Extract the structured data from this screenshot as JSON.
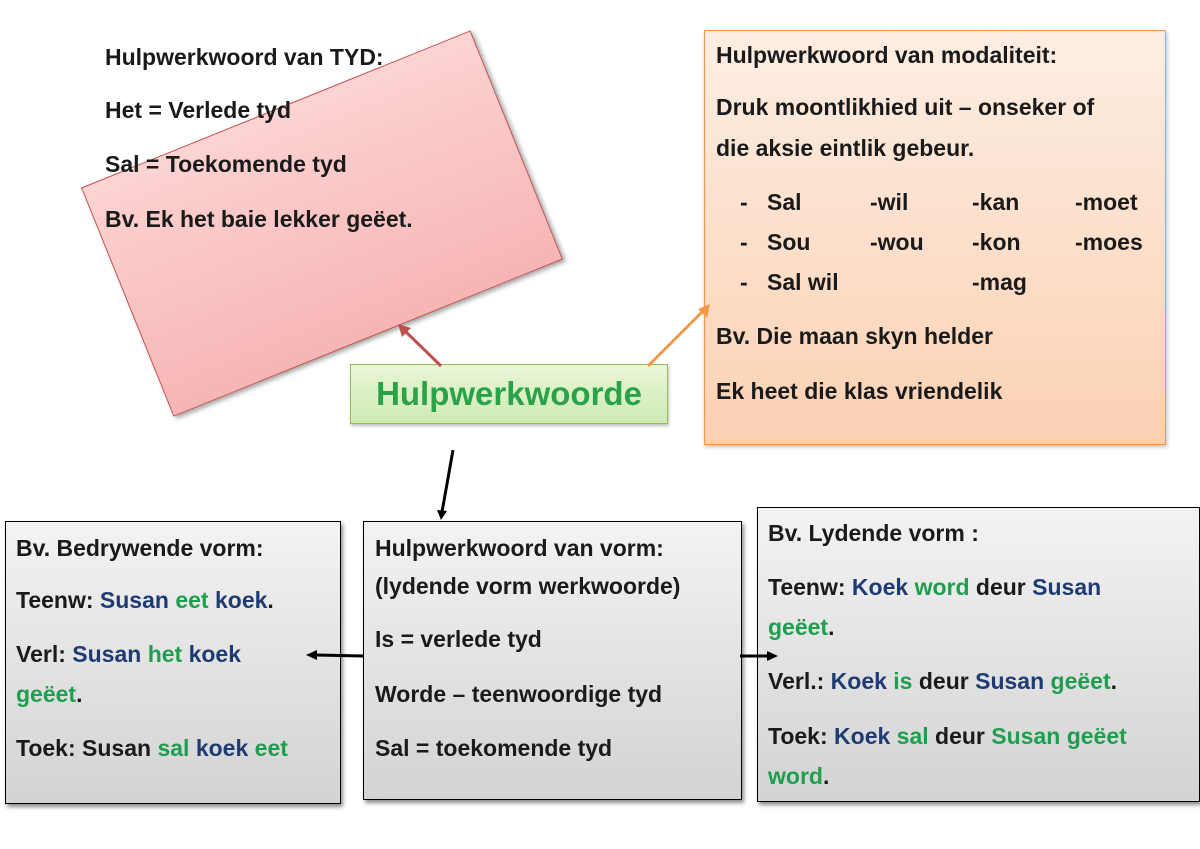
{
  "center": {
    "title": "Hulpwerkwoorde"
  },
  "tyd": {
    "heading": "Hulpwerkwoord van TYD:",
    "line1": "Het = Verlede tyd",
    "line2": "Sal = Toekomende tyd",
    "example": "Bv. Ek het baie lekker geëet."
  },
  "modaliteit": {
    "heading": "Hulpwerkwoord van modaliteit:",
    "desc1": "Druk moontlikhied uit – onseker of",
    "desc2": "die aksie eintlik gebeur.",
    "bullet": "-",
    "rows": [
      [
        "Sal",
        "-wil",
        "-kan",
        "-moet"
      ],
      [
        "Sou",
        "-wou",
        "-kon",
        "-moes"
      ],
      [
        "Sal wil",
        "",
        "-mag",
        ""
      ]
    ],
    "example_prefix": "Bv.",
    "example1": "Die maan skyn helder",
    "example2": "Ek heet die klas vriendelik"
  },
  "vorm": {
    "heading1": "Hulpwerkwoord van vorm:",
    "heading2": "(lydende vorm werkwoorde)",
    "line1": "Is = verlede tyd",
    "line2": "Worde – teenwoordige tyd",
    "line3": "Sal = toekomende tyd"
  },
  "bedrywend": {
    "heading": "Bv. Bedrywende vorm:",
    "teenw_label": "Teenw:",
    "teenw": [
      "Susan",
      "eet",
      "koek",
      "."
    ],
    "verl_label": "Verl:",
    "verl": [
      "Susan",
      "het",
      "koek",
      "geëet",
      "."
    ],
    "toek_label": "Toek:",
    "toek": [
      "Susan",
      "sal",
      "koek",
      "eet"
    ]
  },
  "lydend": {
    "heading": "Bv. Lydende vorm :",
    "teenw_label": "Teenw:",
    "teenw": [
      "Koek",
      "word",
      "deur",
      "Susan",
      "geëet",
      "."
    ],
    "verl_label": "Verl.:",
    "verl": [
      "Koek",
      "is",
      "deur",
      "Susan",
      "geëet",
      "."
    ],
    "toek_label": "Toek:",
    "toek": [
      "Koek",
      "sal",
      "deur",
      "Susan",
      "geëet",
      "word",
      "."
    ]
  },
  "colors": {
    "navy_text": "#1f3b73",
    "green_text": "#1e9e4e",
    "title_green": "#2aa24a",
    "red_box": "#f7b5b5",
    "orange_box": "#fbd1b3",
    "grey_box": "#d9d9d9"
  }
}
